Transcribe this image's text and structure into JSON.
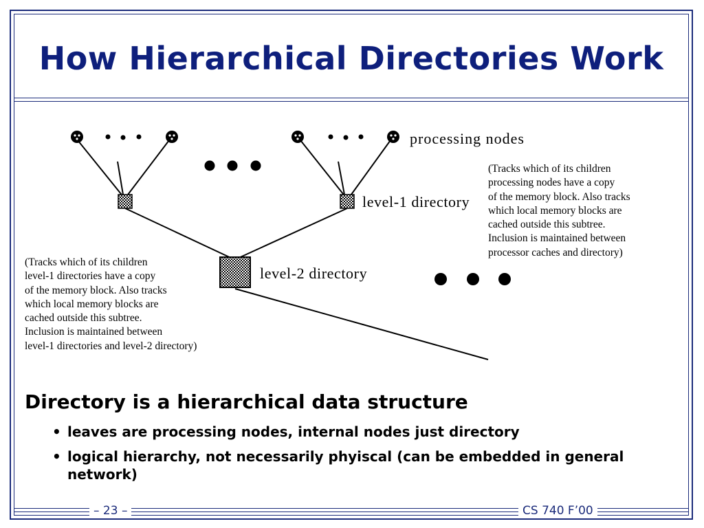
{
  "slide": {
    "title": "How Hierarchical Directories Work"
  },
  "diagram": {
    "processing_nodes_label": "processing nodes",
    "level1_label": "level-1 directory",
    "level2_label": "level-2 directory",
    "note_level1": "(Tracks which of its children\nprocessing nodes have a copy\nof the memory block. Also tracks\nwhich local memory blocks are\ncached outside this subtree.\nInclusion is maintained between\nprocessor caches and directory)",
    "note_level2": "(Tracks which of its children\nlevel-1 directories have a copy\nof the memory block. Also tracks\nwhich local memory blocks are\ncached outside this subtree.\nInclusion is maintained between\nlevel-1 directories and level-2 directory)"
  },
  "body": {
    "heading": "Directory is a hierarchical data structure",
    "bullets": [
      "leaves are processing nodes, internal nodes just directory",
      "logical hierarchy, not necessarily phyiscal (can be embedded in general\nnetwork)"
    ],
    "bullet_marker": "•"
  },
  "footer": {
    "page": "– 23 –",
    "course": "CS 740 F’00"
  },
  "colors": {
    "title_blue": "#0e1f7c",
    "frame_blue": "#1a2a7a",
    "ink": "#000000"
  }
}
